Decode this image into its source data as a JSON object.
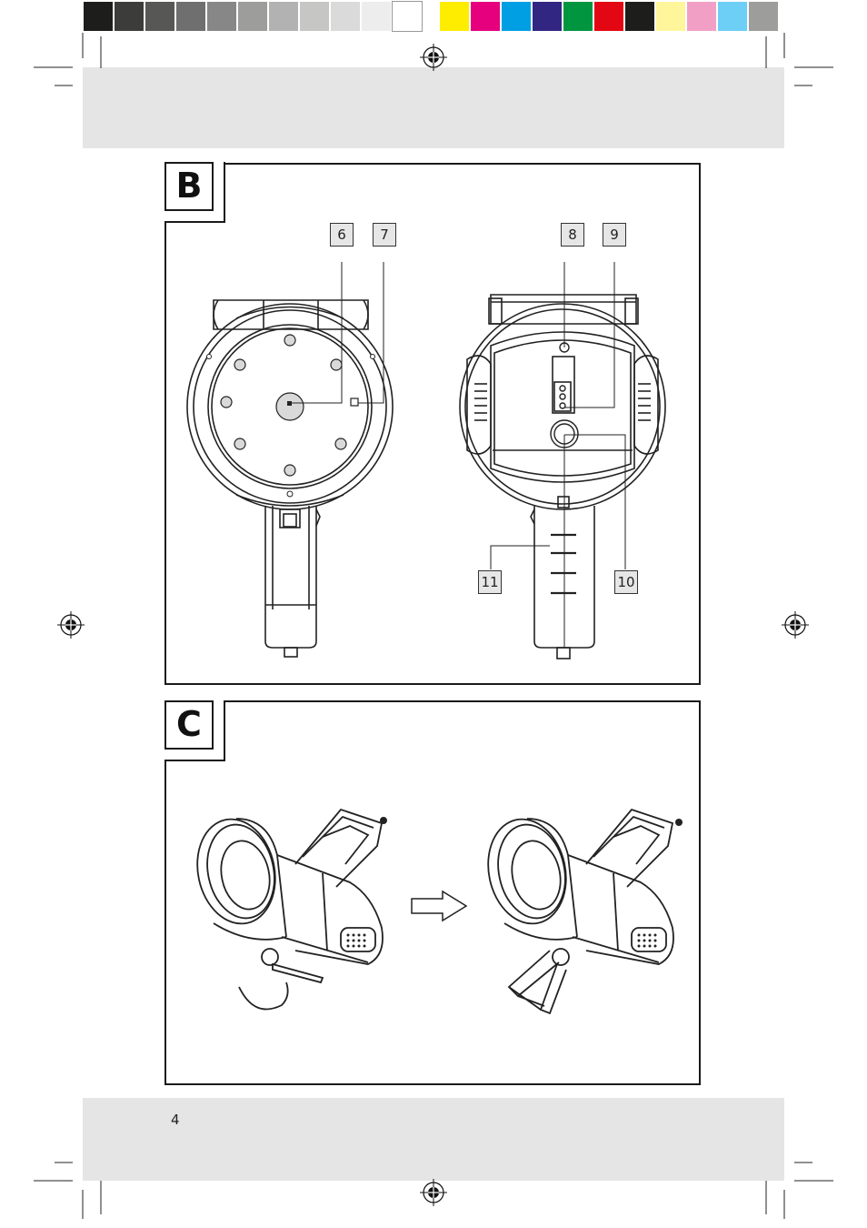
{
  "color_bar": {
    "gray_swatches": [
      "#1d1d1b",
      "#3c3c3b",
      "#575756",
      "#706f6f",
      "#878787",
      "#9d9d9c",
      "#b2b2b2",
      "#c6c6c5",
      "#dadada",
      "#ededed",
      "#ffffff"
    ],
    "color_swatches": [
      "#ffed00",
      "#e6007e",
      "#009fe3",
      "#312783",
      "#009640",
      "#e30613",
      "#1d1d1b",
      "#fff59b",
      "#f29fc5",
      "#6dcff6",
      "#9d9d9c"
    ]
  },
  "figure_b": {
    "tab_label": "B",
    "callouts": [
      "6",
      "7",
      "8",
      "9",
      "10",
      "11"
    ]
  },
  "figure_c": {
    "tab_label": "C"
  },
  "footer": {
    "page_number": "4"
  }
}
